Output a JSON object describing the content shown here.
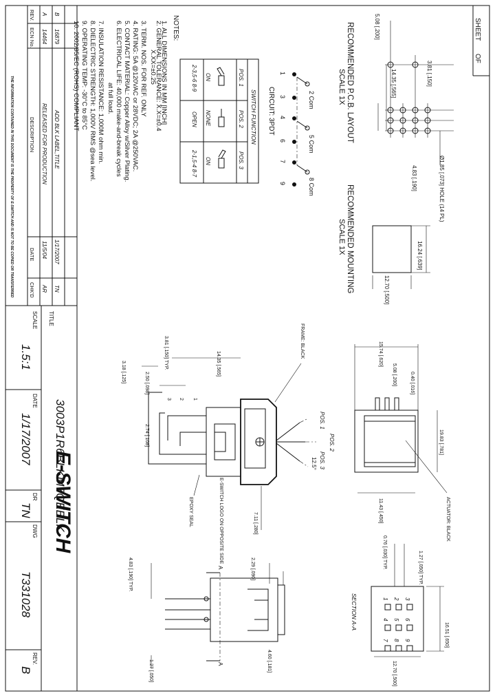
{
  "sheet": {
    "label": "SHEET",
    "of_label": "OF"
  },
  "title_block": {
    "title_label": "TITLE",
    "title": "3003P1R6BLKM7QEBLK",
    "scale_label": "SCALE",
    "scale": "1.5:1",
    "date_label": "DATE",
    "date": "1/17/2007",
    "dr_label": "DR",
    "dr": "TN",
    "dwg_label": "DWG",
    "dwg": "T331028",
    "rev_label": "REV.",
    "rev": "B",
    "logo": "E-SWITCH",
    "proprietary": "THE INFORMATION CONTAINED IN THIS DOCUMENT IS THE PROPERTY OF E-SWITCH AND IS NOT TO BE COPIED OR TRANSFERRED"
  },
  "revisions": {
    "headers": [
      "REV.",
      "ECN No.",
      "DESCRIPTION",
      "DATE",
      "CHK'D"
    ],
    "rows": [
      [
        "B",
        "16879",
        "ADD BLK LABEL,TITLE",
        "1/17/2007",
        "TN"
      ],
      [
        "A",
        "14464",
        "RELEASED FOR PRODUCTION",
        "11/5/04",
        "AR"
      ]
    ]
  },
  "notes": {
    "heading": "NOTES:",
    "items": [
      "1. ALL DIMENSIONS IN MM [INCH]",
      "2. GENERAL TOLERANCE: X.X=±0.4",
      "X.XX=±0.25",
      "3. TERM. NOS. FOR REF. ONLY",
      "4. RATING: 5A @120VAC or 28VDC; 2A @250VAC.",
      "5. CONTACT MATERIAL: Copper Alloy w/Silver Plating.",
      "6. ELECTRICAL LIFE: 40,000 make-and-break cycles",
      "at full load.",
      "7. INSULATION RESISTANCE: 1,000M ohm min.",
      "8. DIELECTRIC STRENGTH: 1,000V RMS @sea level.",
      "9. OPERATING TEMP: -30°C to 85°C",
      "10. 2002/95/EC (ROHS) COMPLIANT"
    ]
  },
  "switch_function": {
    "heading": "SWITCH FUNCTION",
    "columns": [
      "POS. 1",
      "POS. 2",
      "POS. 3"
    ],
    "states": [
      "ON",
      "NONE",
      "ON"
    ],
    "pos2_sub": "OPEN",
    "terminals": [
      "2-3,5-6 8-9",
      "",
      "2-1,5-4 8-7"
    ]
  },
  "circuit": {
    "title": "CIRCUIT: 3PDT",
    "com_labels": [
      "2 Com",
      "5 Com",
      "8 Com"
    ],
    "terminal_numbers": [
      "1",
      "3",
      "4",
      "6",
      "7",
      "9"
    ]
  },
  "pcb_layout": {
    "title": "RECOMMENDED P.C.B. LAYOUT",
    "scale": "SCALE 1X",
    "dims": [
      "3.81 [.150]",
      "5.08 [.200]",
      "14.35 [.565]",
      "Ø1.85 [.073] HOLE (14 PL)",
      "4.83 [.190]"
    ]
  },
  "mounting": {
    "title": "RECOMMENDED MOUNTING",
    "scale": "SCALE 1X",
    "dims": [
      "16.24 [.639]",
      "12.70 [.500]"
    ]
  },
  "side_view": {
    "labels": [
      "FRAME: BLACK",
      "E-SWITCH LOGO ON OPPOSITE SIDE",
      "EPOXY SEAL",
      "POS. 1",
      "POS. 2",
      "POS. 3",
      "12.5°"
    ],
    "dims": [
      "3.81 [.150] TYP.",
      "14.35 [.565]",
      "2.50 [.098]",
      "3.18 [.125]",
      "2.74 [.108]",
      "7.11 [.280]"
    ],
    "terminal_marks": [
      "3",
      "2",
      "1"
    ]
  },
  "front_view": {
    "labels": [
      "ACTUATOR: BLACK"
    ],
    "dims": [
      "15.74 [.620]",
      "5.08 [.200]",
      "0.40 [.016]",
      "19.83 [.781]",
      "11.43 [.450]"
    ]
  },
  "bottom_view": {
    "section_mark": "A",
    "dims": [
      "4.83 [.190] TYP.",
      "2.29 [.090]",
      "4.60 [.181]",
      "1.27 [.050]"
    ]
  },
  "section_view": {
    "title": "SECTION A-A",
    "dims": [
      "0.76 [.030] TYP.",
      "1.27 [.050] TYP.",
      "16.51 [.650]",
      "12.70 [.500]"
    ],
    "rows": [
      [
        "1",
        "2",
        "3"
      ],
      [
        "4",
        "5",
        "6"
      ],
      [
        "7",
        "8",
        "9"
      ]
    ]
  }
}
